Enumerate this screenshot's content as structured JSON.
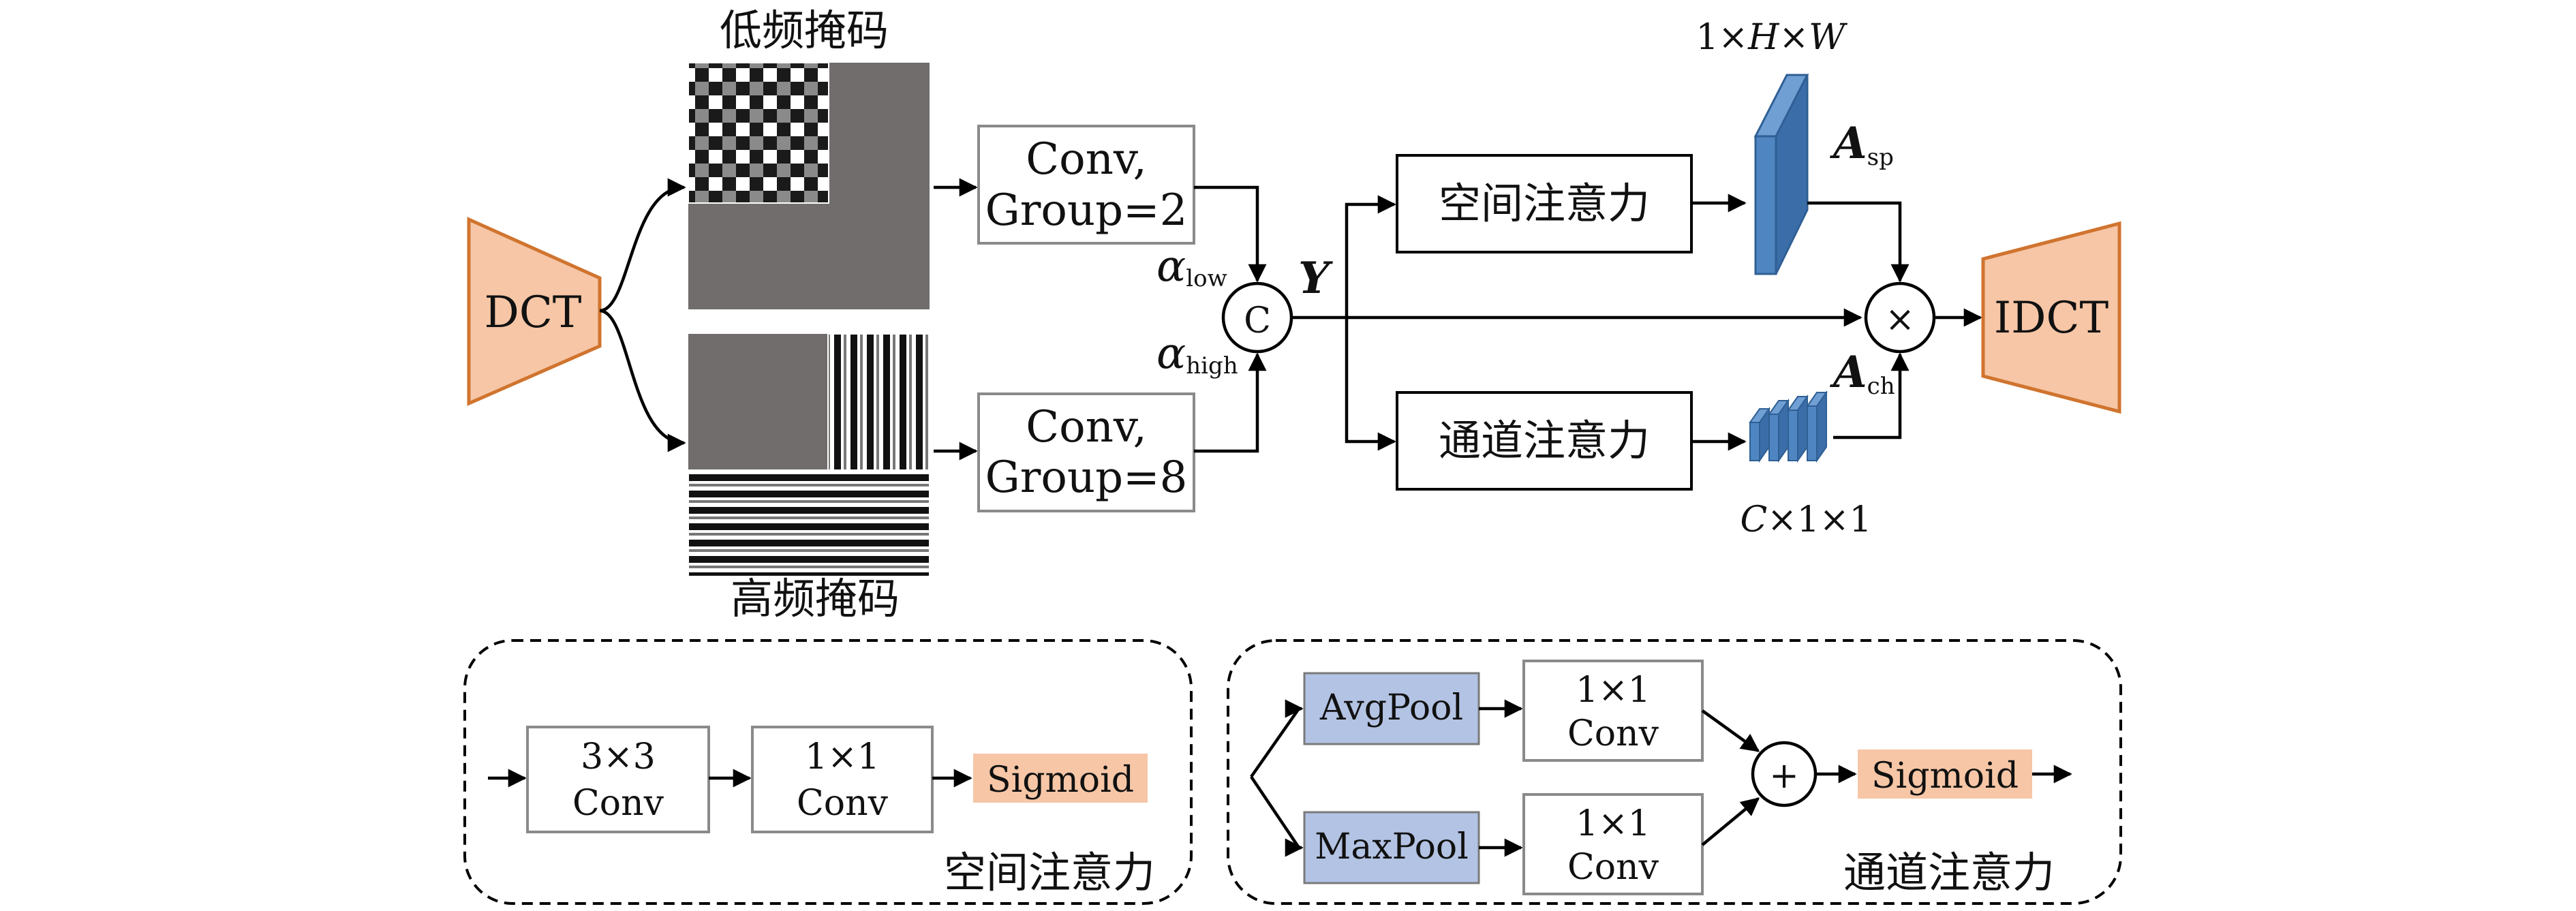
{
  "diagram": {
    "dct": "DCT",
    "idct": "IDCT",
    "low_mask_label": "低频掩码",
    "high_mask_label": "高频掩码",
    "conv_low": {
      "line1": "Conv,",
      "line2": "Group=2"
    },
    "conv_high": {
      "line1": "Conv,",
      "line2": "Group=8"
    },
    "alpha_low": {
      "symbol": "α",
      "sub": "low"
    },
    "alpha_high": {
      "symbol": "α",
      "sub": "high"
    },
    "concat": "C",
    "y_label": "Y",
    "spatial_box": "空间注意力",
    "channel_box": "通道注意力",
    "multiply": "×",
    "a_sp": {
      "symbol": "A",
      "sub": "sp"
    },
    "a_ch": {
      "symbol": "A",
      "sub": "ch"
    },
    "dim_spatial": {
      "a": "1×",
      "b": "H",
      "c": "×",
      "d": "W"
    },
    "dim_channel": {
      "a": "C",
      "b": "×1×1"
    },
    "spatial_detail": {
      "conv1": {
        "line1": "3×3",
        "line2": "Conv"
      },
      "conv2": {
        "line1": "1×1",
        "line2": "Conv"
      },
      "sigmoid": "Sigmoid",
      "title": "空间注意力"
    },
    "channel_detail": {
      "avgpool": "AvgPool",
      "maxpool": "MaxPool",
      "conv_top": {
        "line1": "1×1",
        "line2": "Conv"
      },
      "conv_bottom": {
        "line1": "1×1",
        "line2": "Conv"
      },
      "plus": "+",
      "sigmoid": "Sigmoid",
      "title": "通道注意力"
    }
  },
  "colors": {
    "trapezoid_fill": "#f6c6a6",
    "trapezoid_stroke": "#d0742f",
    "mask_gray": "#706d6c",
    "attention_blue": "#4f86c2",
    "pool_fill": "#b3c3e4",
    "sigmoid_fill": "#f6c6a6"
  }
}
